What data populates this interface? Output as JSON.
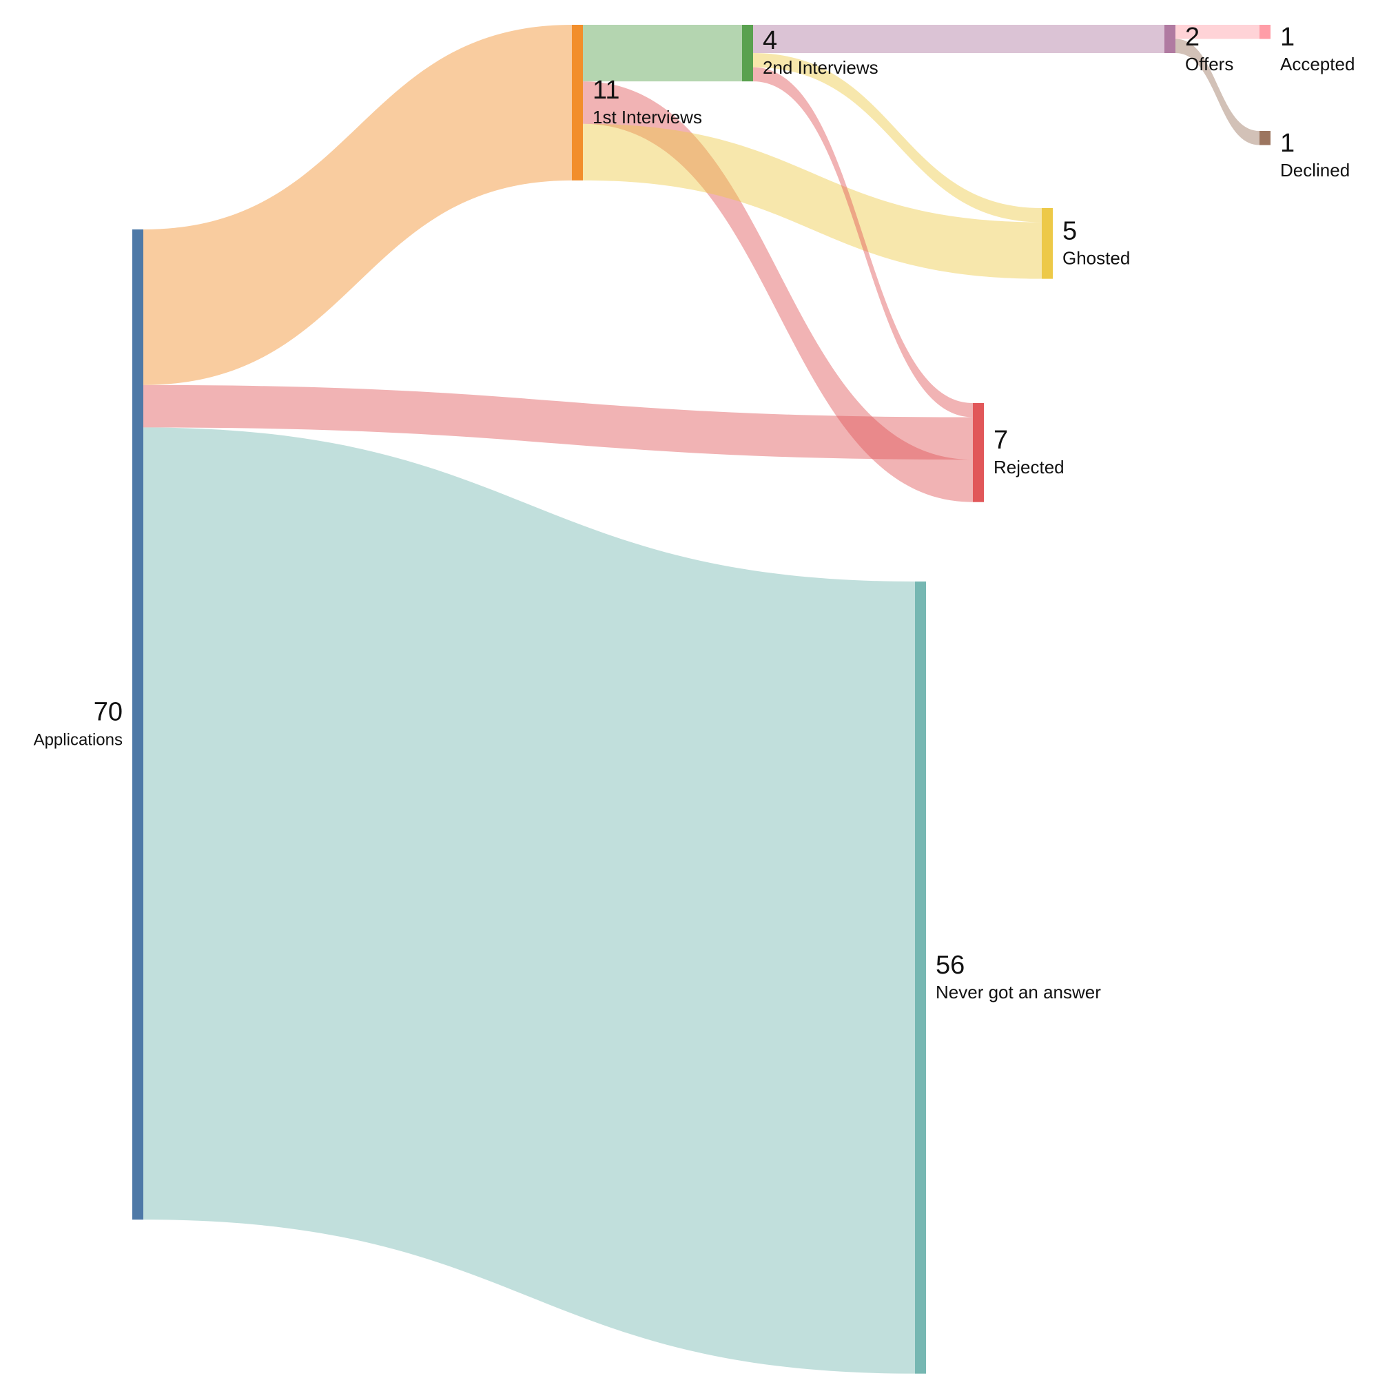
{
  "chart_data": {
    "type": "sankey",
    "nodes": [
      {
        "id": "applications",
        "label": "Applications",
        "value": 70,
        "color": "#4e79a7"
      },
      {
        "id": "first",
        "label": "1st Interviews",
        "value": 11,
        "color": "#f28e2b"
      },
      {
        "id": "second",
        "label": "2nd Interviews",
        "value": 4,
        "color": "#59a14f"
      },
      {
        "id": "offers",
        "label": "Offers",
        "value": 2,
        "color": "#b07aa1"
      },
      {
        "id": "accepted",
        "label": "Accepted",
        "value": 1,
        "color": "#ff9da7"
      },
      {
        "id": "declined",
        "label": "Declined",
        "value": 1,
        "color": "#9c755f"
      },
      {
        "id": "ghosted",
        "label": "Ghosted",
        "value": 5,
        "color": "#edc948"
      },
      {
        "id": "rejected",
        "label": "Rejected",
        "value": 7,
        "color": "#e15759"
      },
      {
        "id": "never",
        "label": "Never got an answer",
        "value": 56,
        "color": "#76b7b2"
      }
    ],
    "links": [
      {
        "source": "applications",
        "target": "first",
        "value": 11
      },
      {
        "source": "applications",
        "target": "rejected",
        "value": 3
      },
      {
        "source": "applications",
        "target": "never",
        "value": 56
      },
      {
        "source": "first",
        "target": "second",
        "value": 4
      },
      {
        "source": "first",
        "target": "rejected",
        "value": 3
      },
      {
        "source": "first",
        "target": "ghosted",
        "value": 4
      },
      {
        "source": "second",
        "target": "offers",
        "value": 2
      },
      {
        "source": "second",
        "target": "ghosted",
        "value": 1
      },
      {
        "source": "second",
        "target": "rejected",
        "value": 1
      },
      {
        "source": "offers",
        "target": "accepted",
        "value": 1
      },
      {
        "source": "offers",
        "target": "declined",
        "value": 1
      }
    ]
  }
}
